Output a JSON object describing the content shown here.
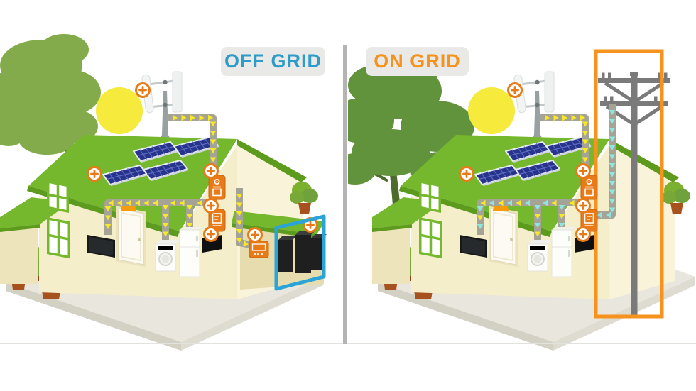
{
  "panels": [
    {
      "id": "off-grid",
      "label": "OFF GRID",
      "label_color": "#2f9bc8",
      "arrow_colors": "yellow",
      "components": [
        "tree",
        "sun",
        "wind-turbine",
        "solar-array",
        "green-roof-house",
        "charge-controller",
        "inverter",
        "electrical-panel",
        "tv",
        "washing-machine",
        "refrigerator",
        "door-lamp",
        "battery-bank",
        "battery-monitor",
        "plant-pots"
      ],
      "highlight": {
        "around": "battery-bank",
        "color": "#2aa3d8"
      }
    },
    {
      "id": "on-grid",
      "label": "ON GRID",
      "label_color": "#f6921e",
      "arrow_colors": "yellow+cyan",
      "components": [
        "tree",
        "sun",
        "wind-turbine",
        "solar-array",
        "green-roof-house",
        "charge-controller",
        "inverter",
        "electrical-panel",
        "tv",
        "washing-machine",
        "refrigerator",
        "door-lamp",
        "utility-pole",
        "plant-pots"
      ],
      "highlight": {
        "around": "utility-pole",
        "color": "#f6921e"
      }
    }
  ],
  "colors": {
    "background": "#ffffff",
    "label_bg": "#e9e9e7",
    "divider": "#b4b4b4",
    "baseline": "#e2e2df",
    "off_grid_text": "#2f9bc8",
    "on_grid_text": "#f6921e",
    "roof": "#76b82d",
    "roof_dark": "#5d9b1e",
    "wall": "#f5eecb",
    "wall_bright": "#f9f3da",
    "wall_leanto": "#eee4bb",
    "window_frame": "#76b82d",
    "sun": "#f6ea3c",
    "tree_left": "#83aa4b",
    "tree_right": "#61923c",
    "conduit": "#a5a396",
    "arrow_yellow": "#f9e825",
    "arrow_cyan": "#8fe6de",
    "device_orange": "#e87b17",
    "battery_black": "#1f1f1f",
    "highlight_blue": "#2aa3d8",
    "highlight_orange": "#f6921e",
    "pole_gray": "#7a7a7a",
    "ground": "#e9e6dd",
    "ground_side": "#d3d0c4",
    "pot_terracotta": "#a7511f"
  }
}
